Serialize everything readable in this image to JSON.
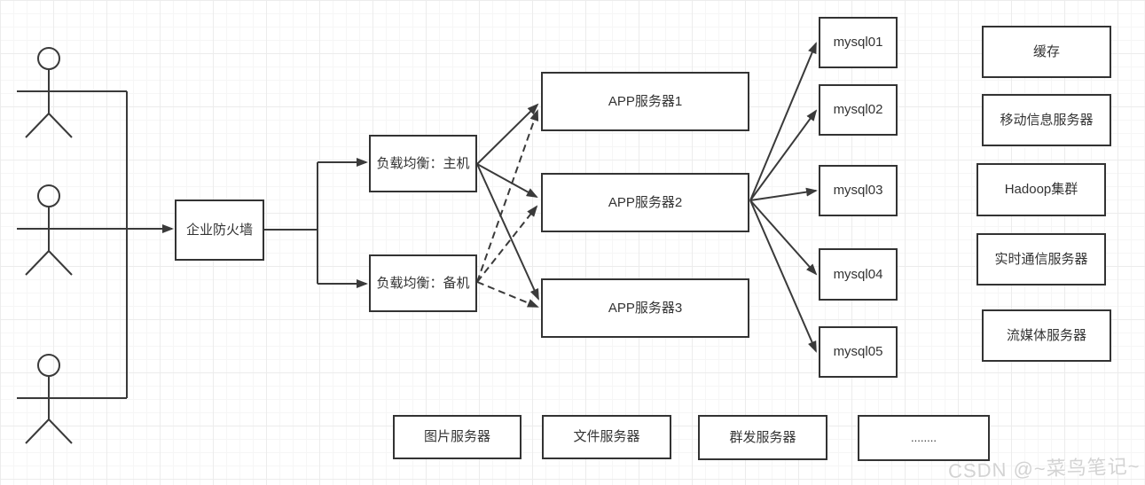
{
  "watermark": {
    "text": "CSDN @~菜鸟笔记~"
  },
  "colors": {
    "line": "#3a3a3a",
    "box_border": "#333333",
    "box_fill": "#ffffff",
    "text": "#333333",
    "grid_minor": "#f6f6f6",
    "grid_major": "#ececec",
    "watermark": "#d3d3d3"
  },
  "actors": {
    "count": 3,
    "icon": "stick-figure"
  },
  "nodes": {
    "firewall": {
      "label": "企业防火墙"
    },
    "lb_primary": {
      "label": "负载均衡：主机"
    },
    "lb_backup": {
      "label": "负载均衡：备机"
    },
    "app_server_1": {
      "label": "APP服务器1"
    },
    "app_server_2": {
      "label": "APP服务器2"
    },
    "app_server_3": {
      "label": "APP服务器3"
    },
    "mysql_01": {
      "label": "mysql01"
    },
    "mysql_02": {
      "label": "mysql02"
    },
    "mysql_03": {
      "label": "mysql03"
    },
    "mysql_04": {
      "label": "mysql04"
    },
    "mysql_05": {
      "label": "mysql05"
    },
    "cache": {
      "label": "缓存"
    },
    "mobile_info_server": {
      "label": "移动信息服务器"
    },
    "hadoop_cluster": {
      "label": "Hadoop集群"
    },
    "realtime_comm_server": {
      "label": "实时通信服务器"
    },
    "streaming_media_server": {
      "label": "流媒体服务器"
    },
    "image_server": {
      "label": "图片服务器"
    },
    "file_server": {
      "label": "文件服务器"
    },
    "mass_send_server": {
      "label": "群发服务器"
    },
    "ellipsis_box": {
      "label": "........"
    }
  },
  "edges": [
    {
      "from": "users",
      "to": "firewall",
      "style": "solid-arrow"
    },
    {
      "from": "firewall",
      "to": "lb_primary",
      "style": "solid-arrow"
    },
    {
      "from": "firewall",
      "to": "lb_backup",
      "style": "solid-arrow"
    },
    {
      "from": "lb_primary",
      "to": "app_server_1",
      "style": "solid-arrow"
    },
    {
      "from": "lb_primary",
      "to": "app_server_2",
      "style": "solid-arrow"
    },
    {
      "from": "lb_primary",
      "to": "app_server_3",
      "style": "solid-arrow"
    },
    {
      "from": "lb_backup",
      "to": "app_server_1",
      "style": "dashed-arrow"
    },
    {
      "from": "lb_backup",
      "to": "app_server_2",
      "style": "dashed-arrow"
    },
    {
      "from": "lb_backup",
      "to": "app_server_3",
      "style": "dashed-arrow"
    },
    {
      "from": "app_server_2",
      "to": "mysql_01",
      "style": "solid-arrow"
    },
    {
      "from": "app_server_2",
      "to": "mysql_02",
      "style": "solid-arrow"
    },
    {
      "from": "app_server_2",
      "to": "mysql_03",
      "style": "solid-arrow"
    },
    {
      "from": "app_server_2",
      "to": "mysql_04",
      "style": "solid-arrow"
    },
    {
      "from": "app_server_2",
      "to": "mysql_05",
      "style": "solid-arrow"
    }
  ]
}
